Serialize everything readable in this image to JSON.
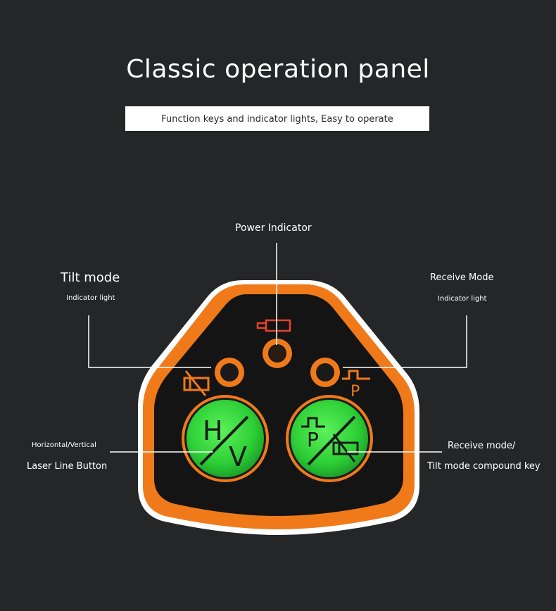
{
  "header": {
    "title": "Classic operation panel",
    "subtitle": "Function keys and indicator lights, Easy to operate"
  },
  "labels": {
    "power_indicator": "Power Indicator",
    "tilt_mode": "Tilt mode",
    "tilt_mode_sub": "Indicator light",
    "receive_mode": "Receive Mode",
    "receive_mode_sub": "Indicator light",
    "hv_line1": "Horizontal/Vertical",
    "hv_line2": "Laser Line Button",
    "compound_line1": "Receive mode/",
    "compound_line2": "Tilt mode compound key"
  },
  "buttons": {
    "hv_top": "H",
    "hv_bottom": "V",
    "p_letter": "P"
  },
  "colors": {
    "background": "#252628",
    "panel_orange": "#f07a1a",
    "panel_black": "#141414",
    "button_green": "#31d63a",
    "icon_red": "#e2442e"
  }
}
